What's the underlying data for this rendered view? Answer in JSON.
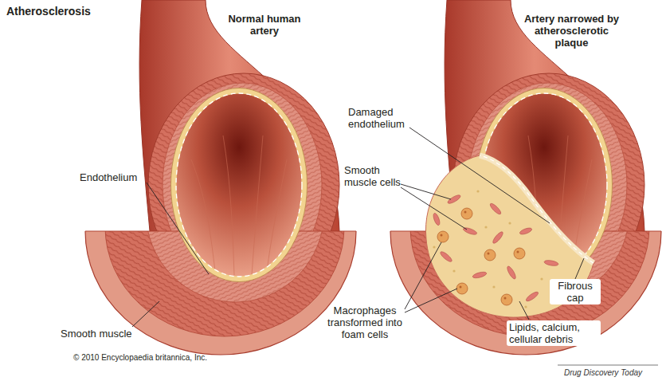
{
  "diagram": {
    "title": "Atherosclerosis",
    "labels": [
      "Normal human artery",
      "Artery narrowed by atherosclerotic plaque",
      "Endothelium",
      "Smooth muscle",
      "Damaged endothelium",
      "Smooth muscle cells",
      "Fibrous cap",
      "Macrophages transformed into foam cells",
      "Lipids, calcium, cellular debris",
      "© 2010 Encyclopaedia britannica, Inc.",
      "Drug Discovery Today"
    ]
  }
}
